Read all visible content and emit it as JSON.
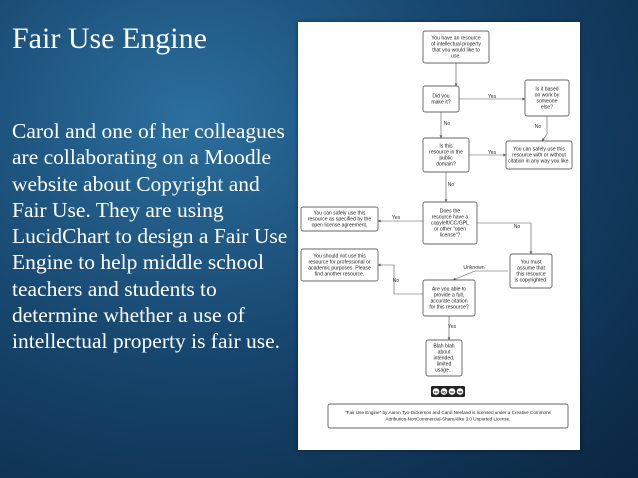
{
  "slide": {
    "title": "Fair Use Engine",
    "body": "Carol and one of her colleagues are collaborating on a Moodle website about Copyright and Fair Use. They are using LucidChart to design a Fair Use Engine to help middle school teachers and students to determine whether a use of intellectual property is fair use."
  },
  "flowchart": {
    "nodes": [
      {
        "id": "start",
        "lines": [
          "You have an resource",
          "of intellectual property",
          "that you would like to",
          "use."
        ]
      },
      {
        "id": "did-you-make",
        "lines": [
          "Did you",
          "make it?"
        ]
      },
      {
        "id": "work-by-someone",
        "lines": [
          "Is it based",
          "on work by",
          "someone",
          "else?"
        ]
      },
      {
        "id": "public-domain",
        "lines": [
          "Is this",
          "resource in the",
          "public",
          "domain?"
        ]
      },
      {
        "id": "safe-use",
        "lines": [
          "You can safely use this",
          "resource with or without",
          "citation in any way you like."
        ]
      },
      {
        "id": "open-license",
        "lines": [
          "Does the",
          "resource have a",
          "copyleft/CC/GPL",
          "or other \"open",
          "license\"?"
        ]
      },
      {
        "id": "as-specified",
        "lines": [
          "You can safely use this",
          "resource as specified by the",
          "open license agreement."
        ]
      },
      {
        "id": "not-use",
        "lines": [
          "You should not use this",
          "resource for professional or",
          "academic purposes. Please",
          "find another resource."
        ]
      },
      {
        "id": "citation",
        "lines": [
          "Are you able to",
          "provide a full,",
          "accurate citation",
          "for this resource?"
        ]
      },
      {
        "id": "must-assume",
        "lines": [
          "You must",
          "assume that",
          "this resource",
          "is copyrighted."
        ]
      },
      {
        "id": "blah",
        "lines": [
          "Blah blah",
          "about",
          "intended,",
          "limited",
          "usage..."
        ]
      }
    ],
    "labels": {
      "yes": "Yes",
      "no": "No",
      "unknown": "Unknown"
    },
    "license_badge": [
      "cc",
      "by",
      "nc",
      "sa"
    ],
    "footer_lines": [
      "\"Fair Use Engine\" by Aaron Tyo-Dickerson and Carol Neeland is licensed under a Creative Commons",
      "Attribution-NonCommercial-ShareAlike 3.0 Unported License."
    ]
  }
}
